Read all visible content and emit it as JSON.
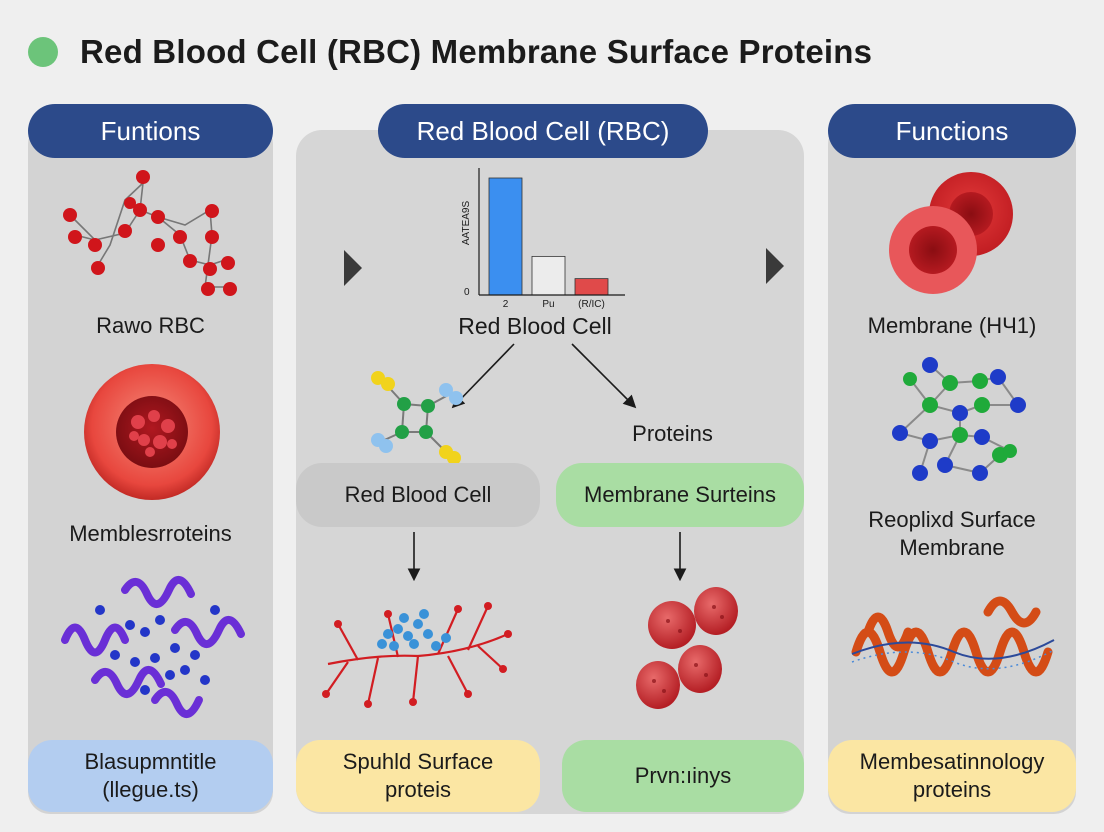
{
  "title": "Red Blood Cell (RBC) Membrane Surface Proteins",
  "colors": {
    "header_pill": "#2c4a8a",
    "title_dot": "#6cc47a",
    "blue_pill": "#b3cdf0",
    "yellow_pill": "#fbe6a3",
    "green_pill": "#a9dda3",
    "gray_pill": "#c9c9c9"
  },
  "left": {
    "header": "Funtions",
    "item1_label": "Rawo RBC",
    "item2_label": "Memblesrroteins",
    "bottom_line1": "Blasupmntitle",
    "bottom_line2": "(llegue.ts)"
  },
  "middle": {
    "header": "Red Blood Cell (RBC)",
    "chart_caption": "Red Blood Cell",
    "proteins_label": "Proteins",
    "pill_left": "Red Blood Cell",
    "pill_right": "Membrane Surteins",
    "bottom_left_line1": "Spuhld Surface",
    "bottom_left_line2": "proteis",
    "bottom_right": "Prvn:ıinys"
  },
  "right": {
    "header": "Functions",
    "item1_label": "Membrane (HЧ1)",
    "item2_line1": "Reoplixd Surface",
    "item2_line2": "Membrane",
    "bottom_line1": "Membesatinnology",
    "bottom_line2": "proteins"
  },
  "chart_data": {
    "type": "bar",
    "ylabel": "AATEA9S",
    "y_tick_zero": "0",
    "categories": [
      "2",
      "Pu",
      "(R/IC)"
    ],
    "values": [
      100,
      33,
      14
    ],
    "colors": [
      "#3b8ff0",
      "#ececec",
      "#e04a4a"
    ],
    "ylim": [
      0,
      100
    ]
  }
}
